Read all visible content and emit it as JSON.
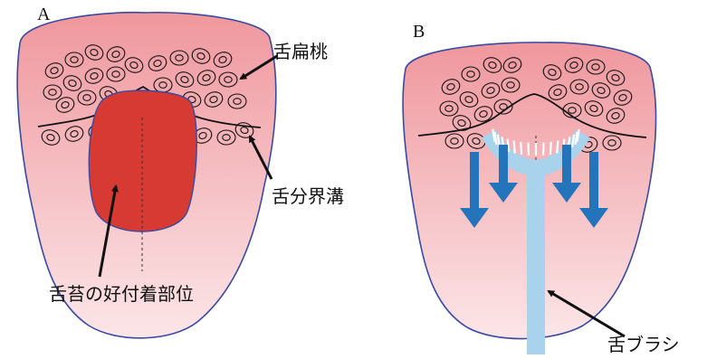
{
  "panel_a": {
    "letter": "A",
    "label_tonsil": "舌扁桃",
    "label_sulcus": "舌分界溝",
    "label_coating": "舌苔の好付着部位"
  },
  "panel_b": {
    "letter": "B",
    "label_brush": "舌ブラシ"
  },
  "colors": {
    "tongue_top": "#f0a0a6",
    "tongue_bottom": "#fbe3e6",
    "tongue_outline": "#3a4aa0",
    "coating": "#d63a33",
    "brush": "#a9d2ec",
    "arrow_blue": "#2474bb",
    "line": "#111111"
  }
}
